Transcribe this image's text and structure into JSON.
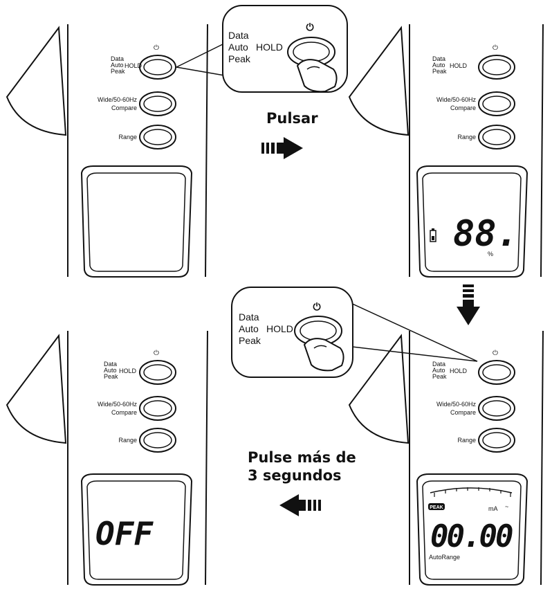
{
  "captions": {
    "press": "Pulsar",
    "hold": [
      "Pulse más de",
      "3 segundos"
    ]
  },
  "buttons": {
    "power_symbol": "⏻",
    "data_hold": [
      "Data",
      "Auto",
      "Peak"
    ],
    "hold": "HOLD",
    "wide_compare": [
      "Wide/50-60Hz",
      "Compare"
    ],
    "range": "Range"
  },
  "displays": {
    "startup": {
      "digits": "88.",
      "unit": "%"
    },
    "measure": {
      "digits": "00.00",
      "unit": "mA",
      "ac": "~",
      "mode": "AutoRange",
      "peak_badge": "PEAK"
    },
    "off": {
      "text": "OFF"
    }
  },
  "icons": [
    "power-icon",
    "finger-press-icon",
    "arrow-right-icon",
    "arrow-down-icon",
    "arrow-left-icon",
    "battery-icon"
  ]
}
